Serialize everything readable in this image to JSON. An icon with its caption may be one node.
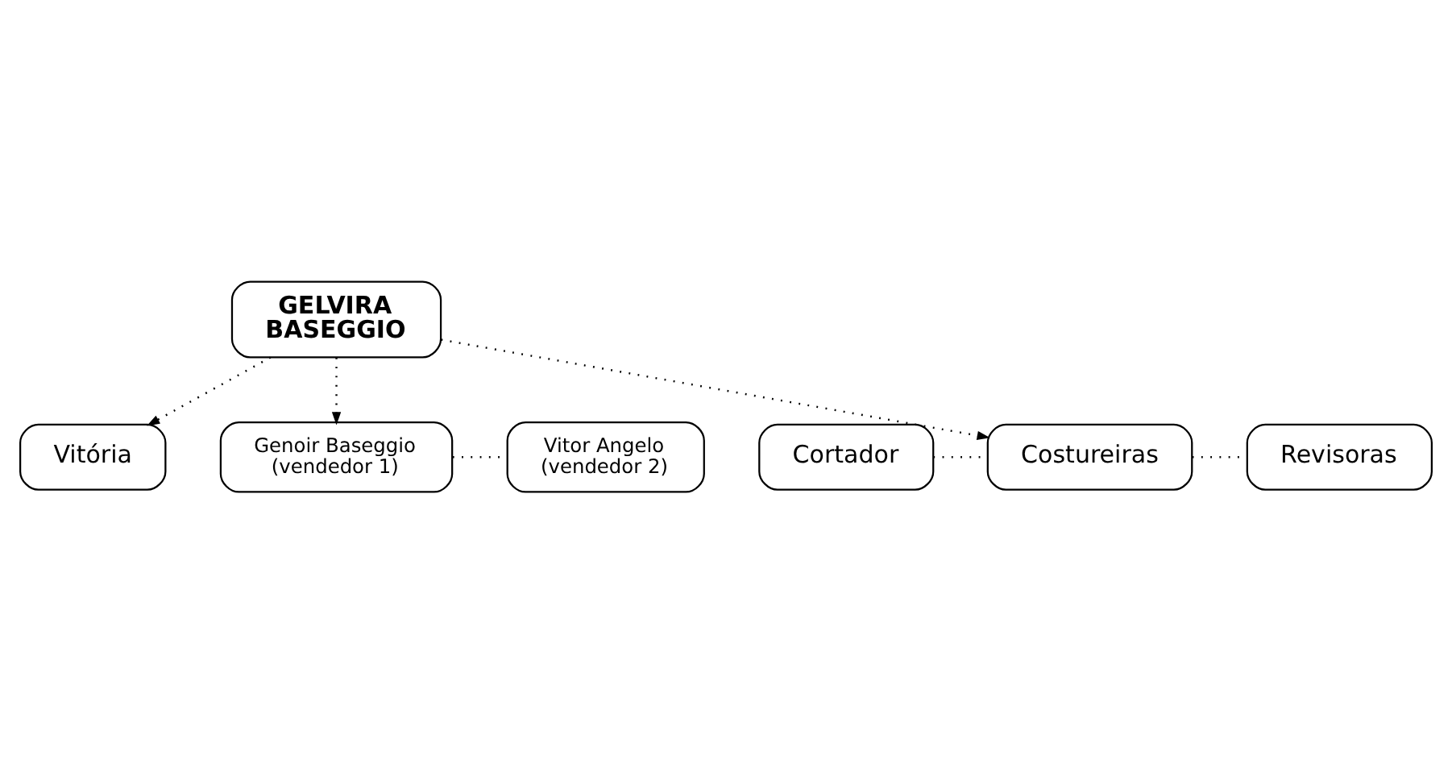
{
  "diagram": {
    "nodes": [
      {
        "text": [
          "GELVIRA BASEGGIO"
        ]
      },
      {
        "text": [
          "Vitória"
        ]
      },
      {
        "text": [
          "Genoir Baseggio (vendedor 1)"
        ]
      },
      {
        "text": [
          "Vitor Angelo (vendedor 2)"
        ]
      },
      {
        "text": [
          "Cortador"
        ]
      },
      {
        "text": [
          "Costureiras"
        ]
      },
      {
        "text": [
          "Revisoras"
        ]
      }
    ],
    "edges": [
      {
        "from": 0,
        "to": 1,
        "arrow": "to"
      },
      {
        "from": 0,
        "to": 5,
        "arrow": "to"
      },
      {
        "from": 0,
        "to": 2,
        "arrow": "to"
      },
      {
        "from": 2,
        "to": 3,
        "arrow": "none"
      },
      {
        "from": 4,
        "to": 5,
        "arrow": "none"
      },
      {
        "from": 5,
        "to": 6,
        "arrow": "none"
      }
    ]
  }
}
